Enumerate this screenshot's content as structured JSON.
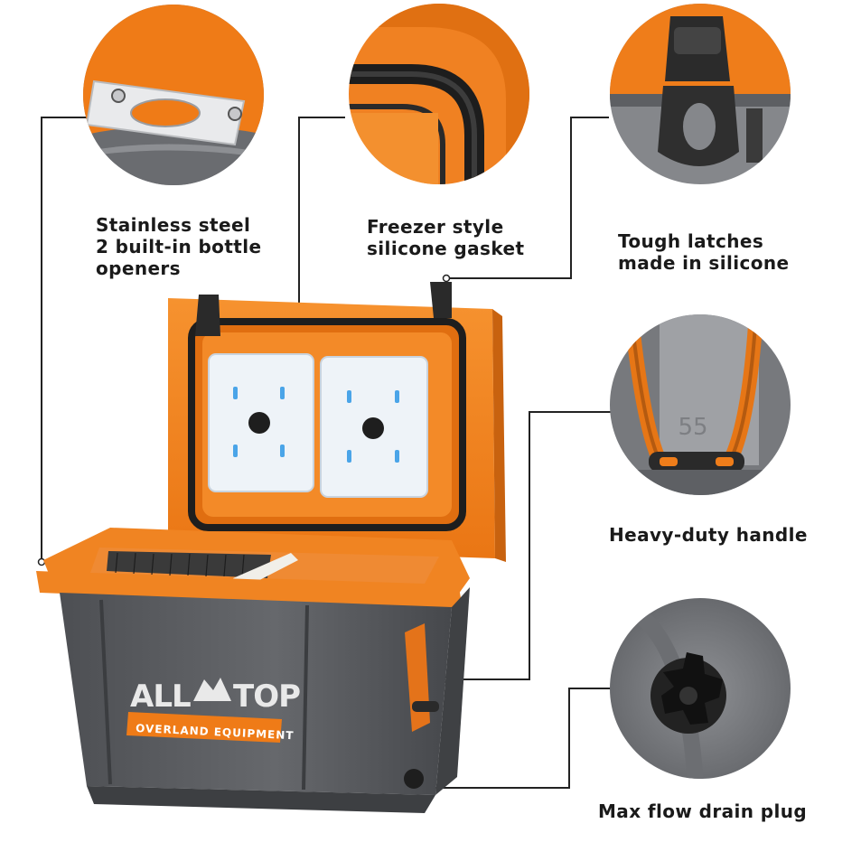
{
  "callouts": {
    "bottle_openers": [
      "Stainless steel",
      "2 built-in bottle",
      "openers"
    ],
    "gasket": [
      "Freezer style",
      "silicone gasket"
    ],
    "latches": [
      "Tough latches",
      "made in silicone"
    ],
    "handle": [
      "Heavy-duty handle"
    ],
    "drain_plug": [
      "Max flow drain plug"
    ]
  },
  "handle_capacity_mark": "55",
  "brand": {
    "name": "ALLTOP",
    "tagline": "OVERLAND EQUIPMENT"
  },
  "colors": {
    "accent_orange": "#f07e1a",
    "body_gray": "#5e6064",
    "ice_pack_white": "#eef3f8",
    "gasket_black": "#1e1e1e"
  }
}
